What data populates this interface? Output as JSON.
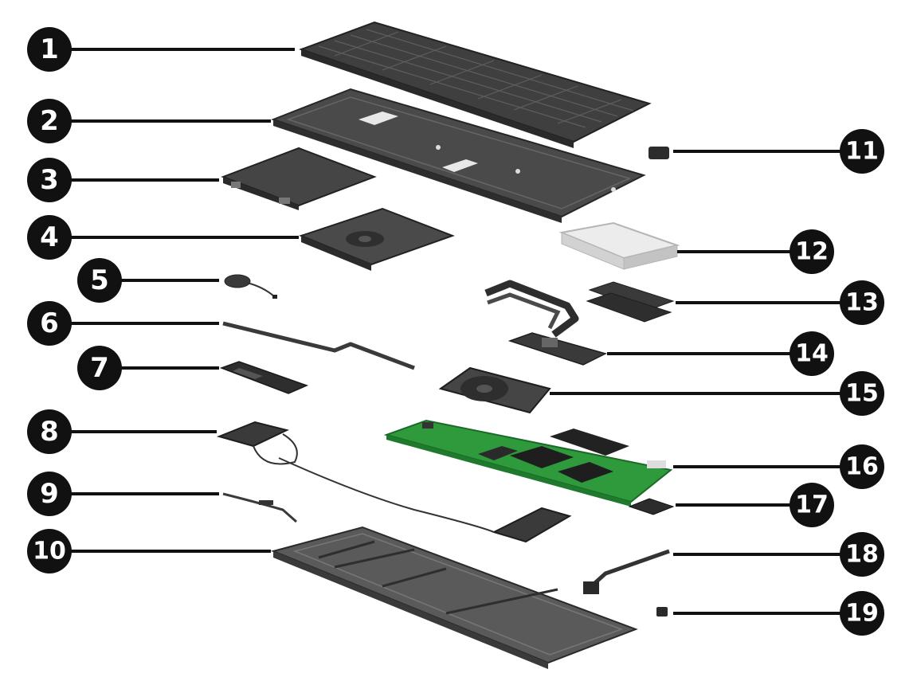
{
  "callouts": [
    {
      "label": "1"
    },
    {
      "label": "2"
    },
    {
      "label": "3"
    },
    {
      "label": "4"
    },
    {
      "label": "5"
    },
    {
      "label": "6"
    },
    {
      "label": "7"
    },
    {
      "label": "8"
    },
    {
      "label": "9"
    },
    {
      "label": "10"
    },
    {
      "label": "11"
    },
    {
      "label": "12"
    },
    {
      "label": "13"
    },
    {
      "label": "14"
    },
    {
      "label": "15"
    },
    {
      "label": "16"
    },
    {
      "label": "17"
    },
    {
      "label": "18"
    },
    {
      "label": "19"
    }
  ],
  "colors": {
    "callout": "#111111",
    "leader": "#111111",
    "part_dark": "#3b3b3b",
    "part_mid": "#5a5a5a",
    "part_light": "#8a8a8a",
    "board_green": "#2e9a3c",
    "shield_silver": "#e6e6e6"
  }
}
